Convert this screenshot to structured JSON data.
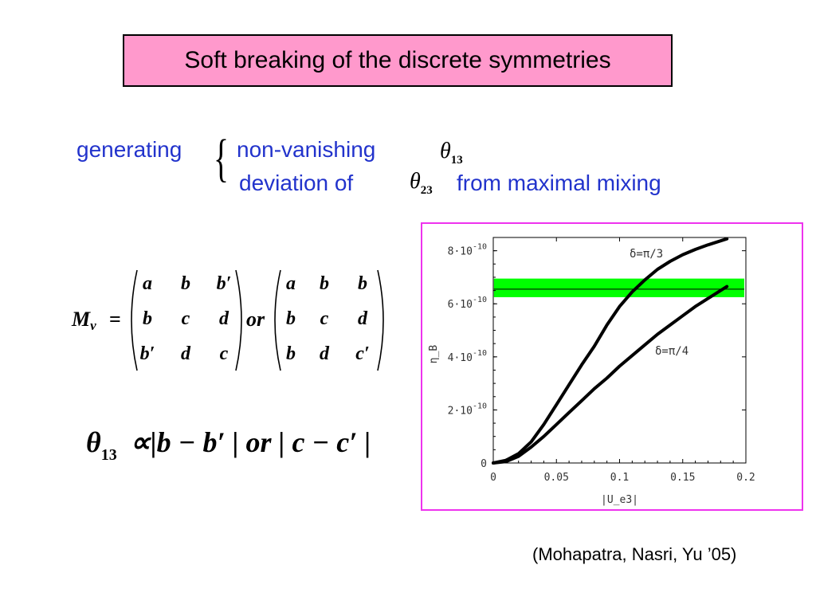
{
  "title": "Soft breaking of the discrete symmetries",
  "generating": {
    "label": "generating",
    "item1": "non-vanishing",
    "item1_symbol": "θ",
    "item1_sub": "13",
    "item2_prefix": "deviation of",
    "item2_symbol": "θ",
    "item2_sub": "23",
    "item2_suffix": "from maximal mixing"
  },
  "matrix": {
    "lhs": "M",
    "lhs_sub": "ν",
    "equals": "=",
    "or": "or",
    "m1": [
      [
        "a",
        "b",
        "b′"
      ],
      [
        "b",
        "c",
        "d"
      ],
      [
        "b′",
        "d",
        "c"
      ]
    ],
    "m2": [
      [
        "a",
        "b",
        "b"
      ],
      [
        "b",
        "c",
        "d"
      ],
      [
        "b",
        "d",
        "c′"
      ]
    ]
  },
  "proportionality": {
    "symbol": "θ",
    "sub": "13",
    "expression": "∝|b − b′ | or | c − c′ |"
  },
  "chart_data": {
    "type": "line",
    "xlabel": "|U_e3|",
    "ylabel": "η_B",
    "xlim": [
      0,
      0.2
    ],
    "ylim": [
      0,
      8.5e-10
    ],
    "xticks": [
      "0",
      "0.05",
      "0.1",
      "0.15",
      "0.2"
    ],
    "yticks": [
      "0",
      "2·10^-10",
      "4·10^-10",
      "6·10^-10",
      "8·10^-10"
    ],
    "band": {
      "ymin": 6.25e-10,
      "ymax": 6.95e-10,
      "line": 6.55e-10,
      "color": "#00ff00"
    },
    "series": [
      {
        "name": "δ=π/3",
        "x": [
          0,
          0.01,
          0.02,
          0.03,
          0.04,
          0.05,
          0.06,
          0.07,
          0.08,
          0.09,
          0.1,
          0.11,
          0.12,
          0.13,
          0.14,
          0.15,
          0.16,
          0.17,
          0.185
        ],
        "y": [
          0,
          1e-11,
          3.5e-11,
          8e-11,
          1.45e-10,
          2.2e-10,
          2.95e-10,
          3.7e-10,
          4.4e-10,
          5.2e-10,
          5.9e-10,
          6.45e-10,
          6.9e-10,
          7.3e-10,
          7.6e-10,
          7.85e-10,
          8.05e-10,
          8.22e-10,
          8.45e-10
        ]
      },
      {
        "name": "δ=π/4",
        "x": [
          0,
          0.01,
          0.02,
          0.03,
          0.04,
          0.05,
          0.06,
          0.07,
          0.08,
          0.09,
          0.1,
          0.11,
          0.12,
          0.13,
          0.14,
          0.15,
          0.16,
          0.17,
          0.185
        ],
        "y": [
          0,
          5e-12,
          2.5e-11,
          6e-11,
          1e-10,
          1.45e-10,
          1.9e-10,
          2.35e-10,
          2.8e-10,
          3.2e-10,
          3.65e-10,
          4.05e-10,
          4.45e-10,
          4.85e-10,
          5.2e-10,
          5.55e-10,
          5.9e-10,
          6.2e-10,
          6.65e-10
        ]
      }
    ]
  },
  "citation": "(Mohapatra, Nasri, Yu ’05)"
}
